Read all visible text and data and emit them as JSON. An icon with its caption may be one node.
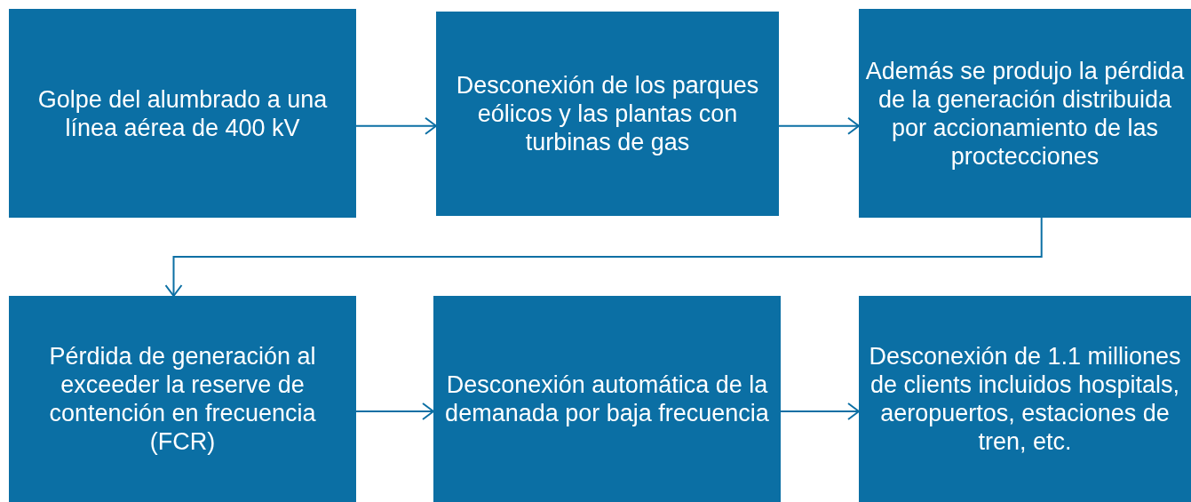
{
  "diagram": {
    "nodes": [
      {
        "text": [
          "Golpe del alumbrado a una línea aérea de 400 kV"
        ]
      },
      {
        "text": [
          "Desconexión de los parques eólicos y las plantas con turbinas de gas"
        ]
      },
      {
        "text": [
          "Además se produjo la pérdida de la generación distribuida por accionamiento de las proctecciones"
        ]
      },
      {
        "text": [
          "Pérdida de generación al exceeder la reserve de contención en frecuencia (FCR)"
        ]
      },
      {
        "text": [
          "Desconexión automática de la demanada por baja frecuencia"
        ]
      },
      {
        "text": [
          "Desconexión de 1.1 milliones de clients incluidos hospitals, aeropuertos, estaciones de tren, etc."
        ]
      }
    ],
    "edges": [
      {
        "from": 0,
        "to": 1,
        "arrow": "to"
      },
      {
        "from": 1,
        "to": 2,
        "arrow": "to"
      },
      {
        "from": 2,
        "to": 3,
        "arrow": "to"
      },
      {
        "from": 3,
        "to": 4,
        "arrow": "to"
      },
      {
        "from": 4,
        "to": 5,
        "arrow": "to"
      }
    ]
  }
}
